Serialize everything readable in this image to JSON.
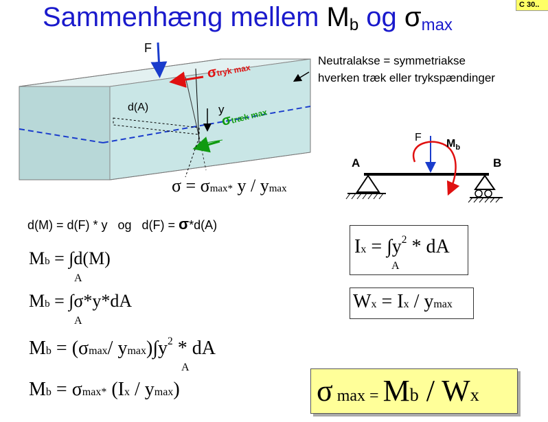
{
  "badge": "C 30..",
  "title": {
    "text_a": "Sammenhæng mellem ",
    "m": "M",
    "b": "b",
    "text_og": " og ",
    "sigma": "σ",
    "max": "max"
  },
  "beam": {
    "force_label": "F",
    "dA_label": "d(A)",
    "y_label": "y",
    "sigma_tryk": "σ",
    "sigma_tryk_sub": "tryk max",
    "sigma_traek": "σ",
    "sigma_traek_sub": "træk max",
    "sigma_formula_a": "σ = σ",
    "sigma_formula_sub1": "max*",
    "sigma_formula_b": " y / y",
    "sigma_formula_sub2": "max"
  },
  "neutral": {
    "line1": "Neutralakse = symmetriakse",
    "line2": "hverken træk eller trykspændinger"
  },
  "support": {
    "F": "F",
    "Mb_M": "M",
    "Mb_b": "b",
    "A": "A",
    "B": "B"
  },
  "relation": {
    "part1": "d(M) = d(F) * y   og   d(F) = ",
    "sigma": "σ",
    "part2": "*d(A)"
  },
  "eq1": {
    "lhs": "M",
    "lhs_sub": "b",
    "rhs": " = ∫d(M)",
    "under": "A"
  },
  "eq2": {
    "lhs": "M",
    "lhs_sub": "b",
    "rhs": " = ∫σ*y*dA",
    "under": "A"
  },
  "eq3": {
    "lhs": "M",
    "lhs_sub": "b",
    "rhs_a": " = (σ",
    "max1": "max",
    "rhs_b": "/ y",
    "max2": "max",
    "rhs_c": ")∫y",
    "exp": "2",
    "rhs_d": " * dA",
    "under": "A"
  },
  "eq4": {
    "lhs": "M",
    "lhs_sub": "b",
    "rhs_a": " = σ",
    "max1": "max*",
    "rhs_b": " (I",
    "x": "x",
    "rhs_c": " / y",
    "max2": "max",
    "rhs_d": ")"
  },
  "ix_box": {
    "lhs": "I",
    "x": "x",
    "rhs": " = ∫y",
    "exp": "2",
    "rhs_b": " * dA",
    "under": "A"
  },
  "wx_box": {
    "lhs": "W",
    "x": "x",
    "rhs_a": " = I",
    "x2": "x",
    "rhs_b": " / y",
    "max": "max"
  },
  "final": {
    "sigma": "σ",
    "max": " max",
    "eq": " = ",
    "M": " M",
    "b": "b",
    "slash": " / W",
    "x": "x"
  },
  "colors": {
    "title": "#1a1acc",
    "beam_face": "#c9e6e6",
    "neutral_line": "#1a3ccc",
    "tryk": "#e01010",
    "traek": "#109a10",
    "force": "#1a3ccc",
    "highlight": "#ffff99"
  }
}
